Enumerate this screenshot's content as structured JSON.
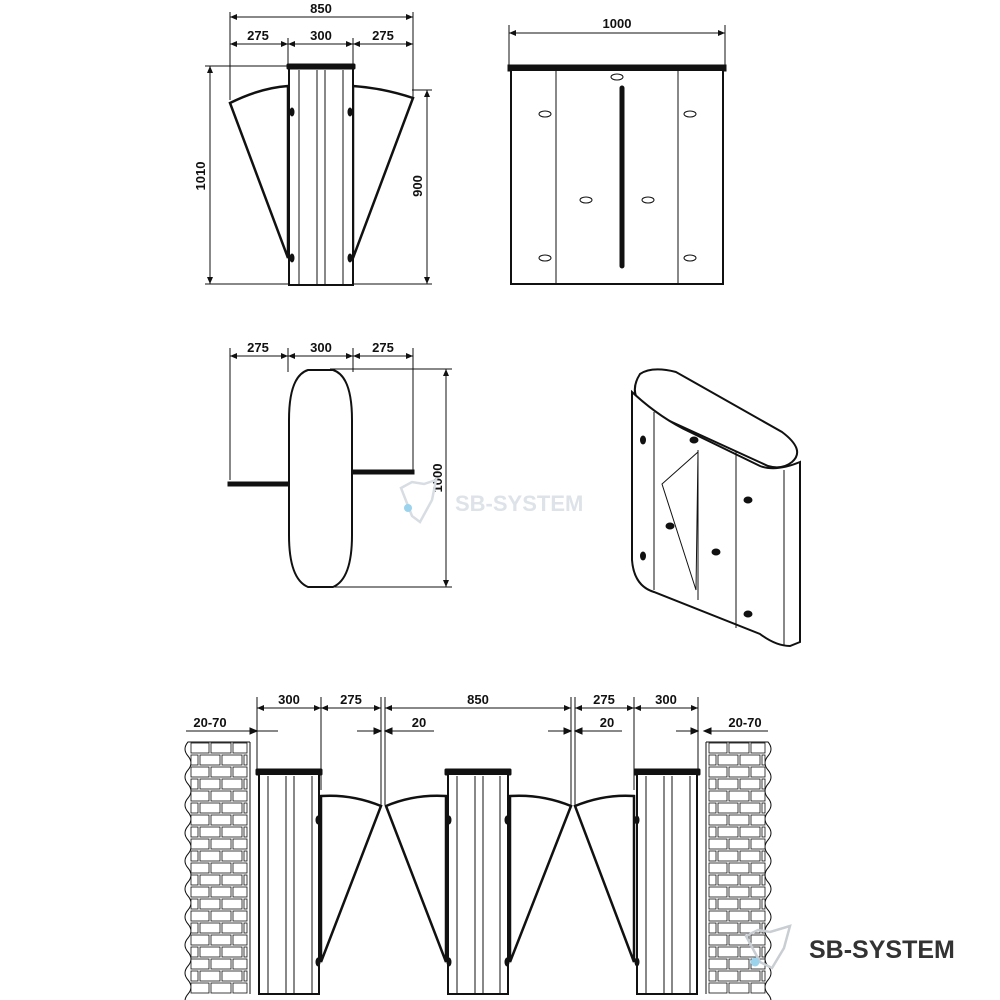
{
  "views": {
    "side": {
      "dims": {
        "total_width": "850",
        "wing_left": "275",
        "post": "300",
        "wing_right": "275",
        "height_total": "1010",
        "height_wing": "900"
      }
    },
    "front": {
      "dims": {
        "width": "1000"
      }
    },
    "top": {
      "dims": {
        "wing_left": "275",
        "post": "300",
        "wing_right": "275",
        "length": "1000"
      }
    },
    "layout": {
      "dims": {
        "wall_gap_left": "20-70",
        "post_left": "300",
        "wing_left": "275",
        "passage": "850",
        "clearance_left": "20",
        "clearance_right": "20",
        "wing_right": "275",
        "post_right": "300",
        "wall_gap_right": "20-70"
      }
    }
  },
  "watermarks": {
    "center": "SB-SYSTEM",
    "corner": "SB-SYSTEM"
  },
  "colors": {
    "line": "#111111",
    "watermark": "#d7dde2",
    "watermark_dot": "#9cd3ec",
    "logo_text": "#333333"
  }
}
